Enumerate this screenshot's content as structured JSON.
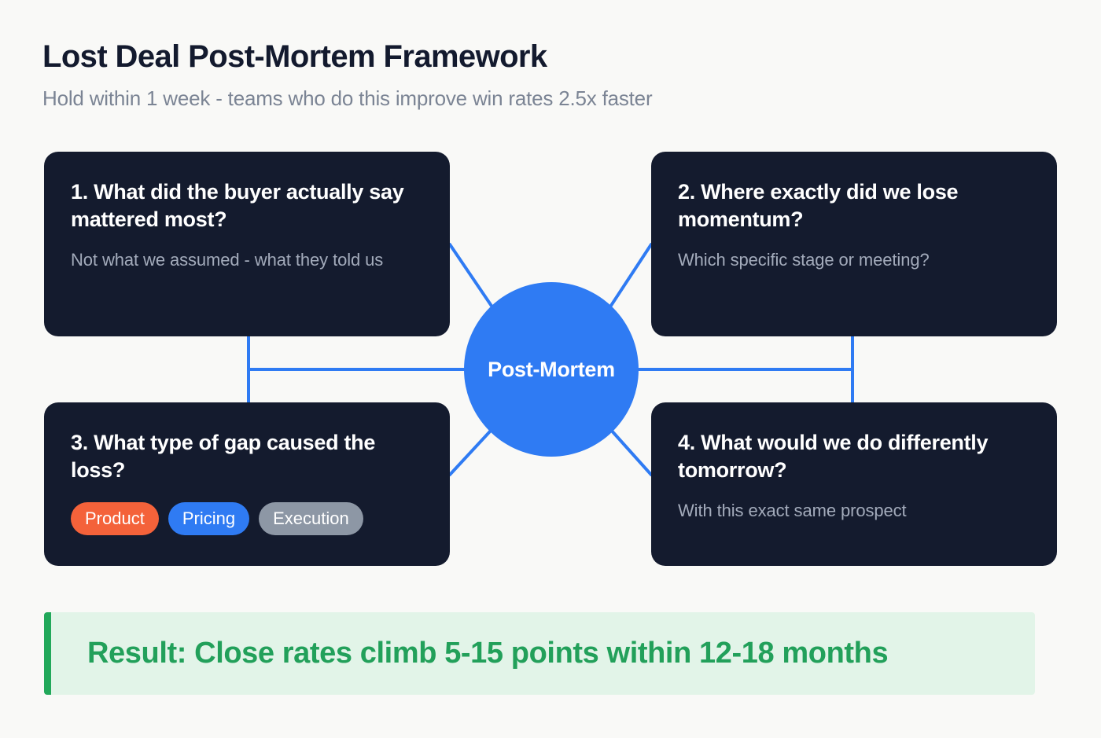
{
  "header": {
    "title": "Lost Deal Post-Mortem Framework",
    "subtitle": "Hold within 1 week - teams who do this improve win rates 2.5x faster"
  },
  "hub": {
    "label": "Post-Mortem"
  },
  "cards": [
    {
      "title": "1. What did the buyer actually say mattered most?",
      "description": "Not what we assumed - what they told us"
    },
    {
      "title": "2. Where exactly did we lose momentum?",
      "description": "Which specific stage or meeting?"
    },
    {
      "title": "3. What type of gap caused the loss?",
      "pills": [
        {
          "label": "Product",
          "color": "#f4623a"
        },
        {
          "label": "Pricing",
          "color": "#2f7bf3"
        },
        {
          "label": "Execution",
          "color": "#8d97a5"
        }
      ]
    },
    {
      "title": "4. What would we do differently tomorrow?",
      "description": "With this exact same prospect"
    }
  ],
  "result": {
    "label": "Result:",
    "text": "Close rates climb 5-15 points within 12-18 months",
    "full": "Result:  Close rates climb 5-15 points within 12-18 months",
    "accent_color": "#22a85a",
    "background_color": "#e2f4e8"
  },
  "theme": {
    "page_background": "#f9f9f7",
    "card_background": "#141b2e",
    "accent_blue": "#2f7bf3",
    "title_color": "#131a2e",
    "subtitle_color": "#7b8494",
    "card_description_color": "#a3abbb"
  }
}
